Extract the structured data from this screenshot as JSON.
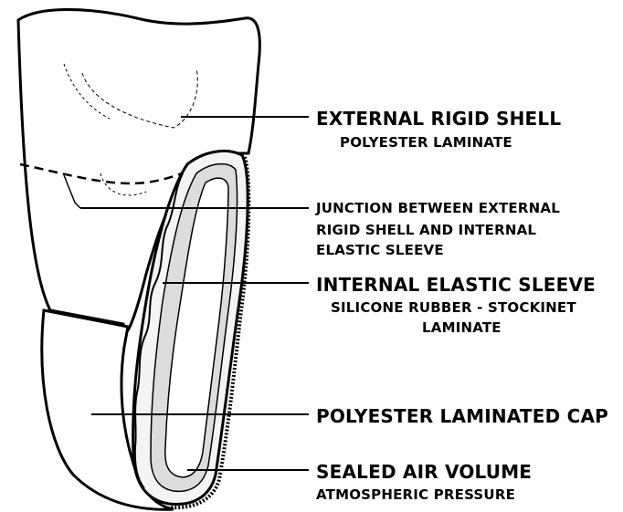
{
  "labels": {
    "external_shell": {
      "title": "EXTERNAL RIGID SHELL",
      "sub": "POLYESTER LAMINATE"
    },
    "junction": {
      "line1": "JUNCTION BETWEEN EXTERNAL",
      "line2": "RIGID SHELL  AND  INTERNAL",
      "line3": "ELASTIC SLEEVE"
    },
    "internal_sleeve": {
      "title": "INTERNAL ELASTIC SLEEVE",
      "sub1": "SILICONE RUBBER - STOCKINET",
      "sub2": "LAMINATE"
    },
    "cap": {
      "title": "POLYESTER LAMINATED CAP"
    },
    "air": {
      "title": "SEALED AIR VOLUME",
      "sub": "ATMOSPHERIC PRESSURE"
    }
  },
  "colors": {
    "ink": "#000000",
    "paper": "#ffffff"
  }
}
